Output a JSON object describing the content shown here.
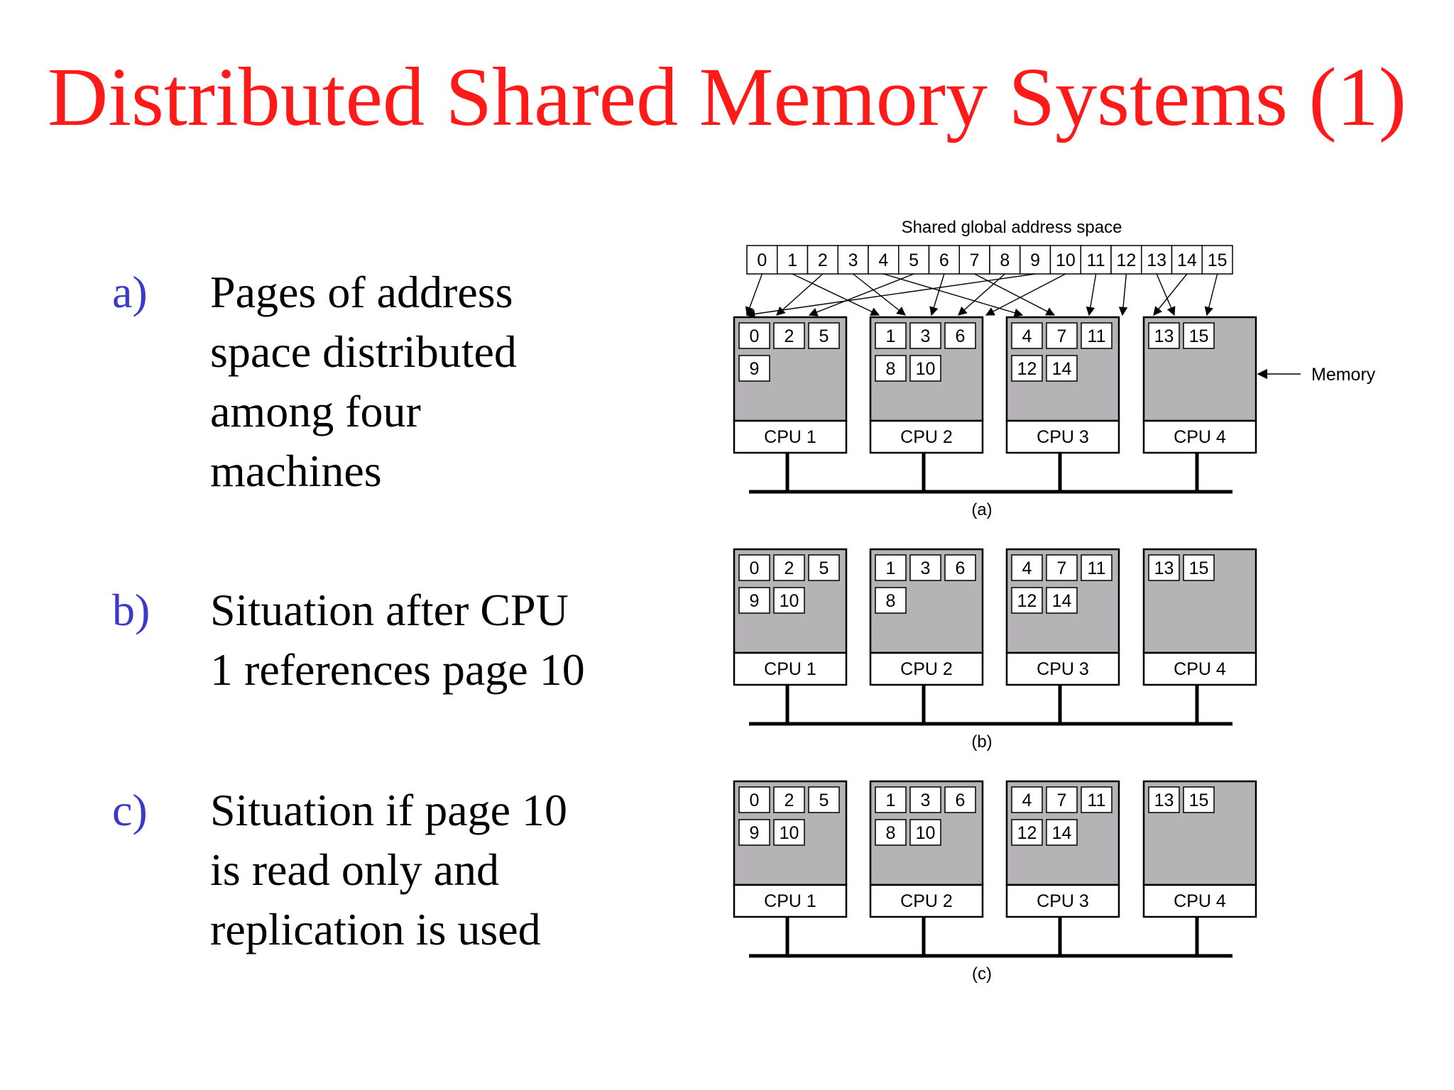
{
  "title": "Distributed Shared Memory Systems (1)",
  "items": [
    {
      "marker": "a)",
      "lines": [
        "Pages of address",
        "space distributed",
        "among four",
        "machines"
      ]
    },
    {
      "marker": "b)",
      "lines": [
        "Situation after CPU",
        "1 references page 10"
      ]
    },
    {
      "marker": "c)",
      "lines": [
        "Situation if page 10",
        "is read only and",
        "replication is used"
      ]
    }
  ],
  "figure": {
    "address_space_label": "Shared global address space",
    "address_pages": [
      "0",
      "1",
      "2",
      "3",
      "4",
      "5",
      "6",
      "7",
      "8",
      "9",
      "10",
      "11",
      "12",
      "13",
      "14",
      "15"
    ],
    "memory_label": "Memory",
    "page_owner_in_a": [
      1,
      2,
      1,
      2,
      3,
      1,
      2,
      3,
      2,
      1,
      2,
      3,
      3,
      4,
      3,
      4
    ],
    "diagrams": [
      {
        "caption": "(a)",
        "cpus": [
          {
            "label": "CPU 1",
            "pages": [
              [
                "0",
                "2",
                "5"
              ],
              [
                "9"
              ]
            ]
          },
          {
            "label": "CPU 2",
            "pages": [
              [
                "1",
                "3",
                "6"
              ],
              [
                "8",
                "10"
              ]
            ]
          },
          {
            "label": "CPU 3",
            "pages": [
              [
                "4",
                "7",
                "11"
              ],
              [
                "12",
                "14"
              ]
            ]
          },
          {
            "label": "CPU 4",
            "pages": [
              [
                "13",
                "15"
              ]
            ]
          }
        ]
      },
      {
        "caption": "(b)",
        "cpus": [
          {
            "label": "CPU 1",
            "pages": [
              [
                "0",
                "2",
                "5"
              ],
              [
                "9",
                "10"
              ]
            ]
          },
          {
            "label": "CPU 2",
            "pages": [
              [
                "1",
                "3",
                "6"
              ],
              [
                "8"
              ]
            ]
          },
          {
            "label": "CPU 3",
            "pages": [
              [
                "4",
                "7",
                "11"
              ],
              [
                "12",
                "14"
              ]
            ]
          },
          {
            "label": "CPU 4",
            "pages": [
              [
                "13",
                "15"
              ]
            ]
          }
        ]
      },
      {
        "caption": "(c)",
        "cpus": [
          {
            "label": "CPU 1",
            "pages": [
              [
                "0",
                "2",
                "5"
              ],
              [
                "9",
                "10"
              ]
            ]
          },
          {
            "label": "CPU 2",
            "pages": [
              [
                "1",
                "3",
                "6"
              ],
              [
                "8",
                "10"
              ]
            ]
          },
          {
            "label": "CPU 3",
            "pages": [
              [
                "4",
                "7",
                "11"
              ],
              [
                "12",
                "14"
              ]
            ]
          },
          {
            "label": "CPU 4",
            "pages": [
              [
                "13",
                "15"
              ]
            ]
          }
        ]
      }
    ]
  }
}
